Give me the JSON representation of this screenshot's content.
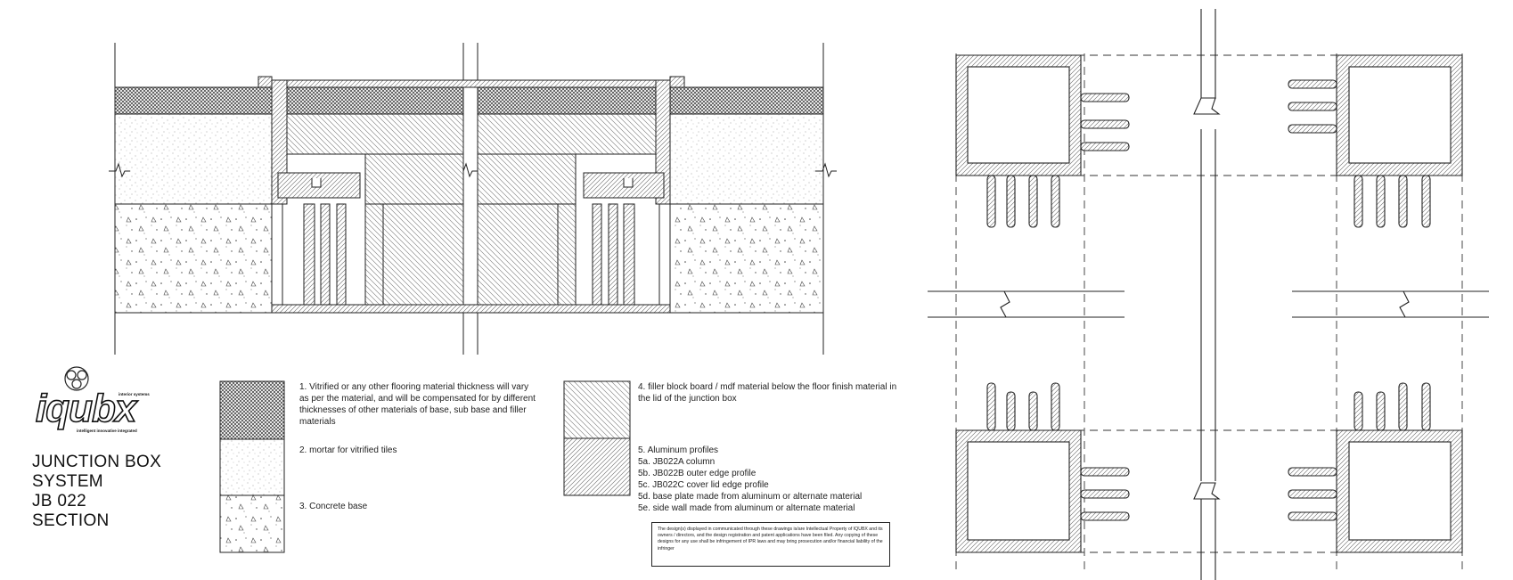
{
  "logo": {
    "word": "iqubx",
    "tag_top": "interior systems",
    "tag_bottom": "intelligent innovative integrated"
  },
  "title": {
    "lines": [
      "JUNCTION BOX",
      "SYSTEM",
      "JB 022",
      "SECTION"
    ]
  },
  "legend": {
    "note1": "1. Vitrified or any other flooring material thickness will vary as per the material, and will be compensated for by different thicknesses of other materials of base, sub base and filler materials",
    "note2": "2. mortar for vitrified tiles",
    "note3": "3. Concrete base",
    "note4": "4. filler block board / mdf material below the floor finish material in the lid of the junction box",
    "note5_title": "5. Aluminum profiles",
    "note5_items": [
      "5a. JB022A column",
      "5b. JB022B outer edge profile",
      "5c. JB022C cover lid edge profile",
      "5d. base plate made from aluminum or alternate material",
      "5e. side wall made from aluminum or alternate material"
    ]
  },
  "disclaimer": "The design(s) displayed in communicated through these drawings is/are Intellectual Property of IQUBX and its owners / directors, and the design registration and patent applications have been filed. Any copying of these designs for any use shall be infringement of IPR laws and may bring prosecution and/or financial liability of the infringer",
  "colors": {
    "line": "#222222",
    "hatch": "#555555",
    "paper": "#ffffff"
  }
}
